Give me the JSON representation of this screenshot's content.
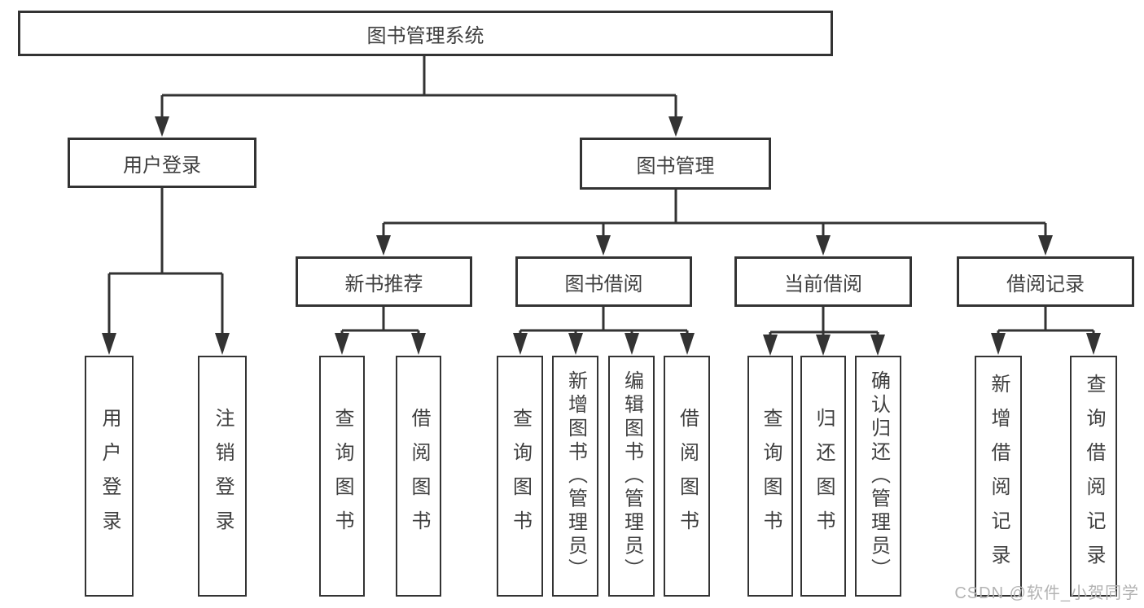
{
  "watermark": "CSDN @软件_小贺同学",
  "colors": {
    "line": "#333333",
    "text": "#3f3f3f",
    "watermark": "#b3b3b3",
    "background": "#ffffff"
  },
  "tree": {
    "root": {
      "label": "图书管理系统",
      "children": [
        {
          "label": "用户登录",
          "children": [
            {
              "label": "用户登录"
            },
            {
              "label": "注销登录"
            }
          ]
        },
        {
          "label": "图书管理",
          "children": [
            {
              "label": "新书推荐",
              "children": [
                {
                  "label": "查询图书"
                },
                {
                  "label": "借阅图书"
                }
              ]
            },
            {
              "label": "图书借阅",
              "children": [
                {
                  "label": "查询图书"
                },
                {
                  "label": "新增图书（管理员）"
                },
                {
                  "label": "编辑图书（管理员）"
                },
                {
                  "label": "借阅图书"
                }
              ]
            },
            {
              "label": "当前借阅",
              "children": [
                {
                  "label": "查询图书"
                },
                {
                  "label": "归还图书"
                },
                {
                  "label": "确认归还（管理员）"
                }
              ]
            },
            {
              "label": "借阅记录",
              "children": [
                {
                  "label": "新增借阅记录"
                },
                {
                  "label": "查询借阅记录"
                }
              ]
            }
          ]
        }
      ]
    }
  }
}
